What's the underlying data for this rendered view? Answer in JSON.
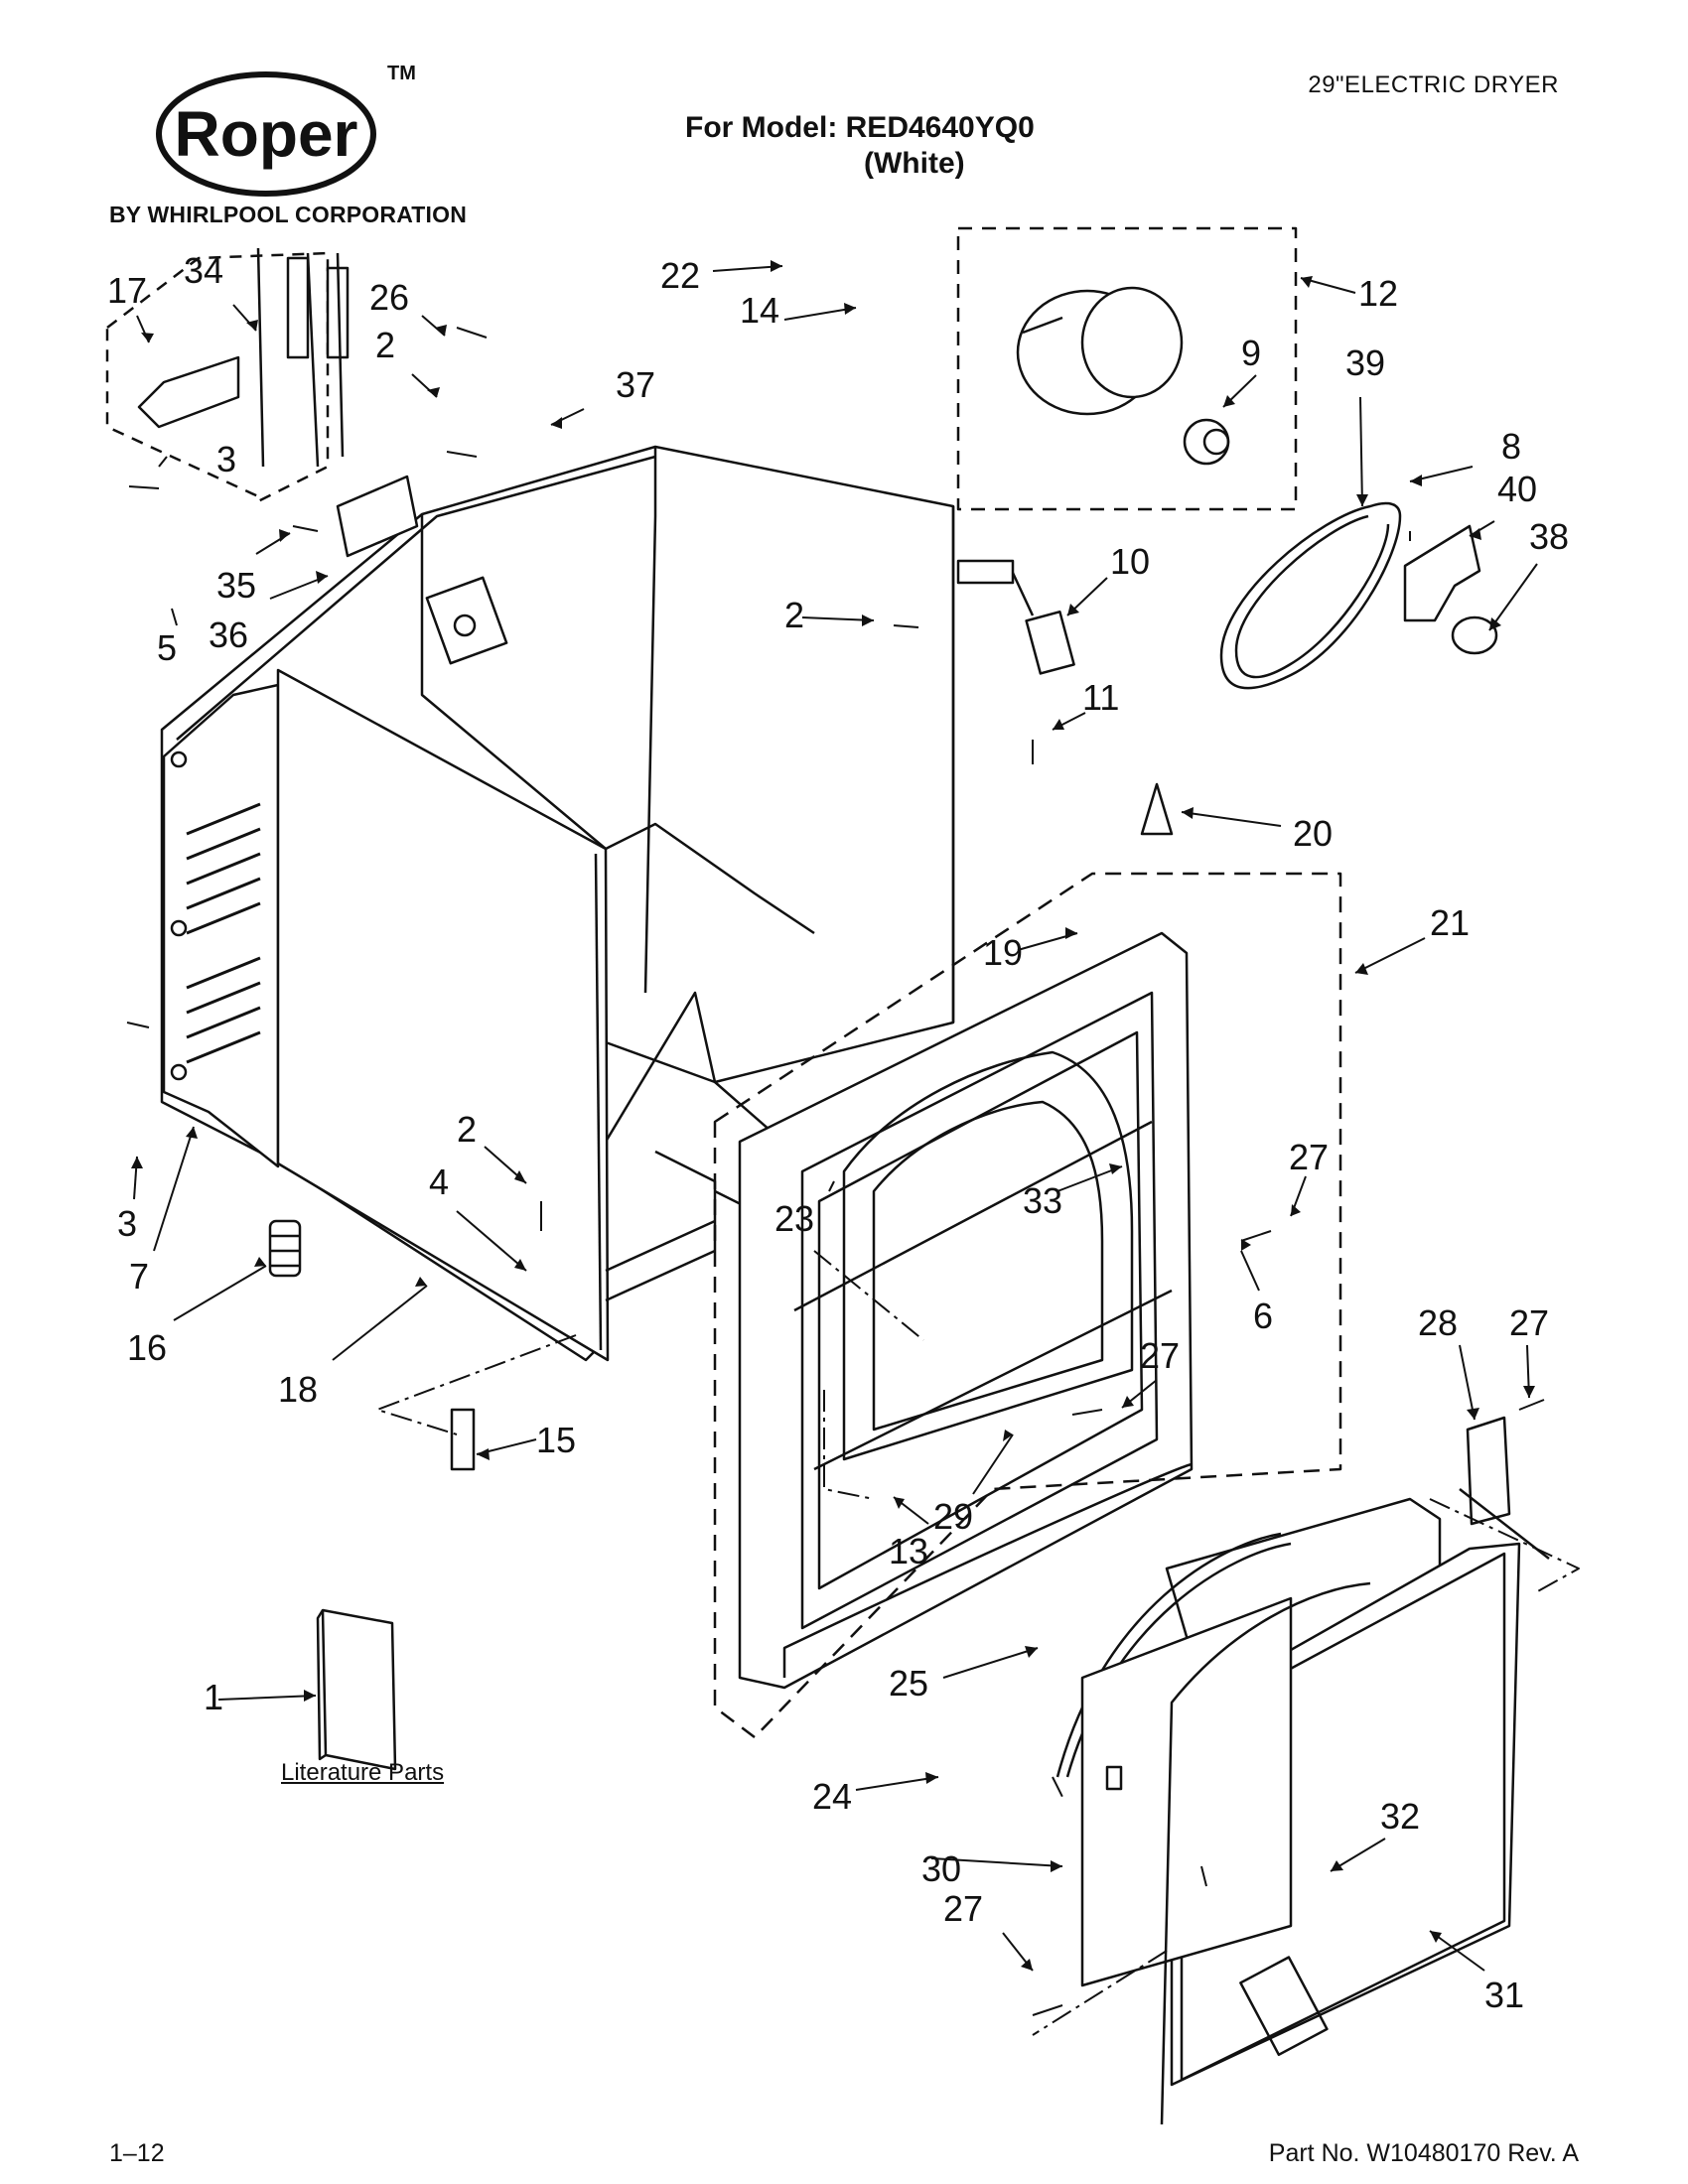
{
  "header": {
    "product_type": "29\"ELECTRIC DRYER",
    "model_line": "For Model: RED4640YQ0",
    "model_color": "(White)",
    "brand": "Roper",
    "trademark": "TM",
    "brand_subtitle": "BY WHIRLPOOL CORPORATION"
  },
  "diagram": {
    "literature_label": "Literature Parts",
    "callouts": [
      "17",
      "34",
      "26",
      "2",
      "37",
      "3",
      "35",
      "36",
      "5",
      "22",
      "14",
      "12",
      "9",
      "39",
      "8",
      "40",
      "38",
      "2",
      "10",
      "11",
      "20",
      "21",
      "19",
      "2",
      "4",
      "27",
      "33",
      "23",
      "6",
      "3",
      "7",
      "16",
      "18",
      "15",
      "27",
      "29",
      "13",
      "28",
      "27",
      "25",
      "24",
      "32",
      "30",
      "27",
      "31",
      "1"
    ]
  },
  "footer": {
    "page": "1–12",
    "part_number": "Part No. W10480170 Rev. A"
  }
}
